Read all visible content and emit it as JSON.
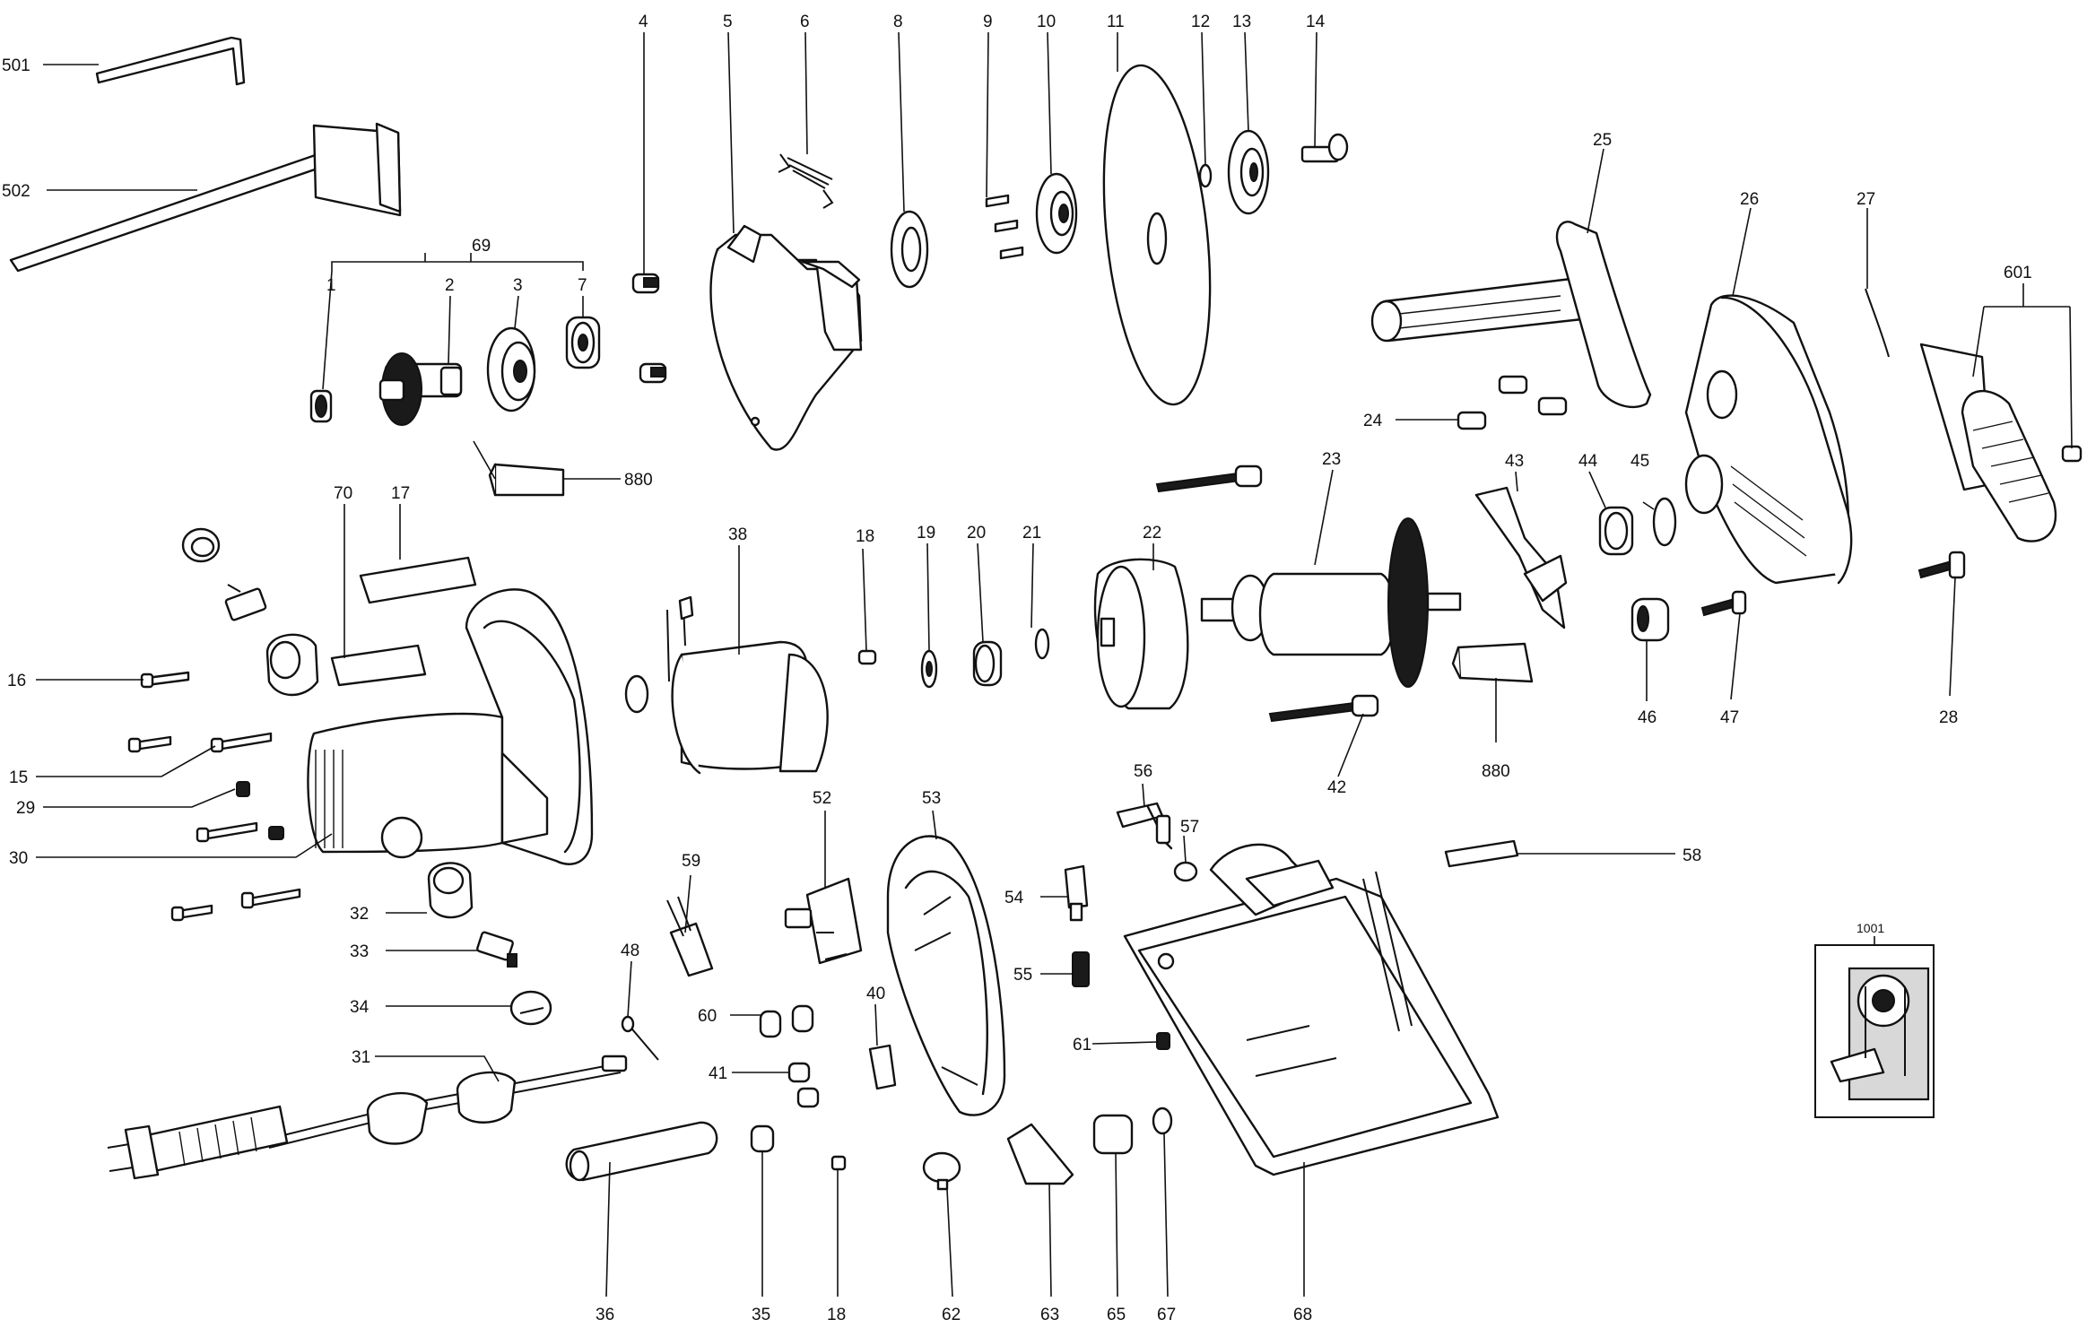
{
  "diagram": {
    "labels": {
      "l501": "501",
      "l502": "502",
      "l69": "69",
      "l1": "1",
      "l2": "2",
      "l3": "3",
      "l7": "7",
      "l4": "4",
      "l5": "5",
      "l6": "6",
      "l8": "8",
      "l9": "9",
      "l10": "10",
      "l11": "11",
      "l12": "12",
      "l13": "13",
      "l14": "14",
      "l25": "25",
      "l26": "26",
      "l27": "27",
      "l601": "601",
      "l24": "24",
      "l880a": "880",
      "l70": "70",
      "l17": "17",
      "l38": "38",
      "l18a": "18",
      "l19": "19",
      "l20": "20",
      "l21": "21",
      "l22": "22",
      "l23": "23",
      "l43": "43",
      "l44": "44",
      "l45": "45",
      "l46": "46",
      "l47": "47",
      "l28": "28",
      "l42": "42",
      "l880b": "880",
      "l16": "16",
      "l15": "15",
      "l29": "29",
      "l30": "30",
      "l56": "56",
      "l57": "57",
      "l58": "58",
      "l52": "52",
      "l53": "53",
      "l59": "59",
      "l54": "54",
      "l55": "55",
      "l32": "32",
      "l33": "33",
      "l34": "34",
      "l48": "48",
      "l60": "60",
      "l40": "40",
      "l41": "41",
      "l61": "61",
      "l31": "31",
      "l36": "36",
      "l35": "35",
      "l18b": "18",
      "l62": "62",
      "l63": "63",
      "l65": "65",
      "l67": "67",
      "l68": "68",
      "l1001": "1001"
    }
  }
}
